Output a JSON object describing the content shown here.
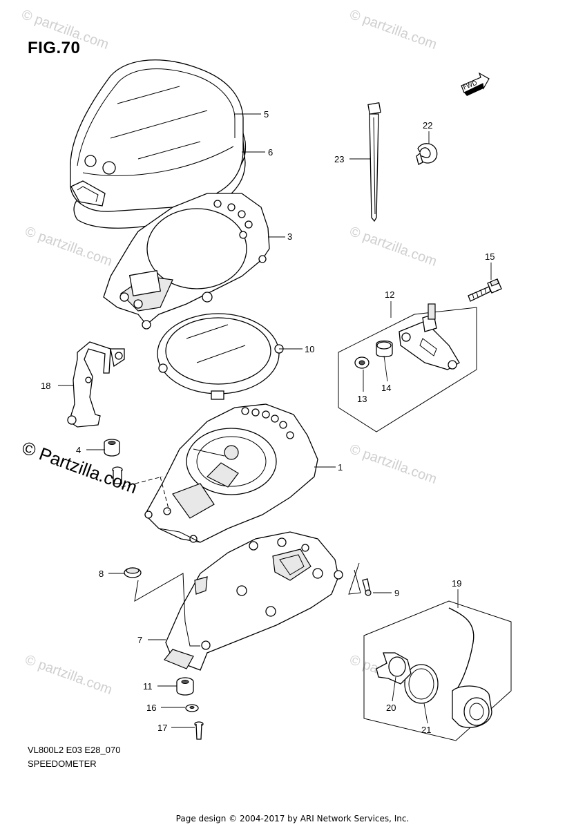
{
  "figure": {
    "title": "FIG.70",
    "code": "VL800L2 E03 E28_070",
    "name": "SPEEDOMETER"
  },
  "credit": "Page design © 2004-2017 by ARI Network Services, Inc.",
  "watermark": {
    "text": "© Partzilla.com",
    "text_faint": "© partzilla.com"
  },
  "fwd_label": "FWD",
  "callouts": {
    "c1": "1",
    "c3": "3",
    "c4": "4",
    "c5": "5",
    "c6": "6",
    "c7": "7",
    "c8": "8",
    "c9": "9",
    "c10": "10",
    "c11": "11",
    "c12": "12",
    "c13": "13",
    "c14": "14",
    "c15": "15",
    "c16": "16",
    "c17": "17",
    "c18": "18",
    "c19": "19",
    "c20": "20",
    "c21": "21",
    "c22": "22",
    "c23": "23"
  },
  "colors": {
    "line": "#000000",
    "watermark": "#cfcfcf",
    "background": "#ffffff"
  }
}
